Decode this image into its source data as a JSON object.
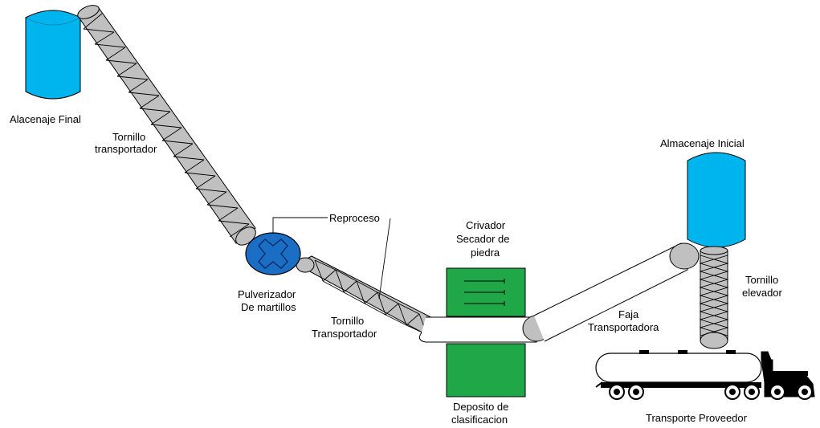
{
  "labels": {
    "final_storage": "Alacenaje Final",
    "screw_1_line1": "Tornillo",
    "screw_1_line2": "transportador",
    "reprocess": "Reproceso",
    "pulverizer_line1": "Pulverizador",
    "pulverizer_line2": "De martillos",
    "screw_2_line1": "Tornillo",
    "screw_2_line2": "Transportador",
    "screener_line1": "Crivador",
    "screener_line2": "Secador de",
    "screener_line3": "piedra",
    "classification_line1": "Deposito de",
    "classification_line2": "clasificacion",
    "initial_storage": "Almacenaje Inicial",
    "belt_line1": "Faja",
    "belt_line2": "Transportadora",
    "elevator_line1": "Tornillo",
    "elevator_line2": "elevador",
    "supplier_transport": "Transporte Proveedor"
  },
  "colors": {
    "silo": "#00b4ee",
    "screw": "#c0c0c0",
    "pulverizer": "#1a6fc4",
    "screener": "#1fa748",
    "truck": "#000000",
    "tank": "#ffffff"
  }
}
